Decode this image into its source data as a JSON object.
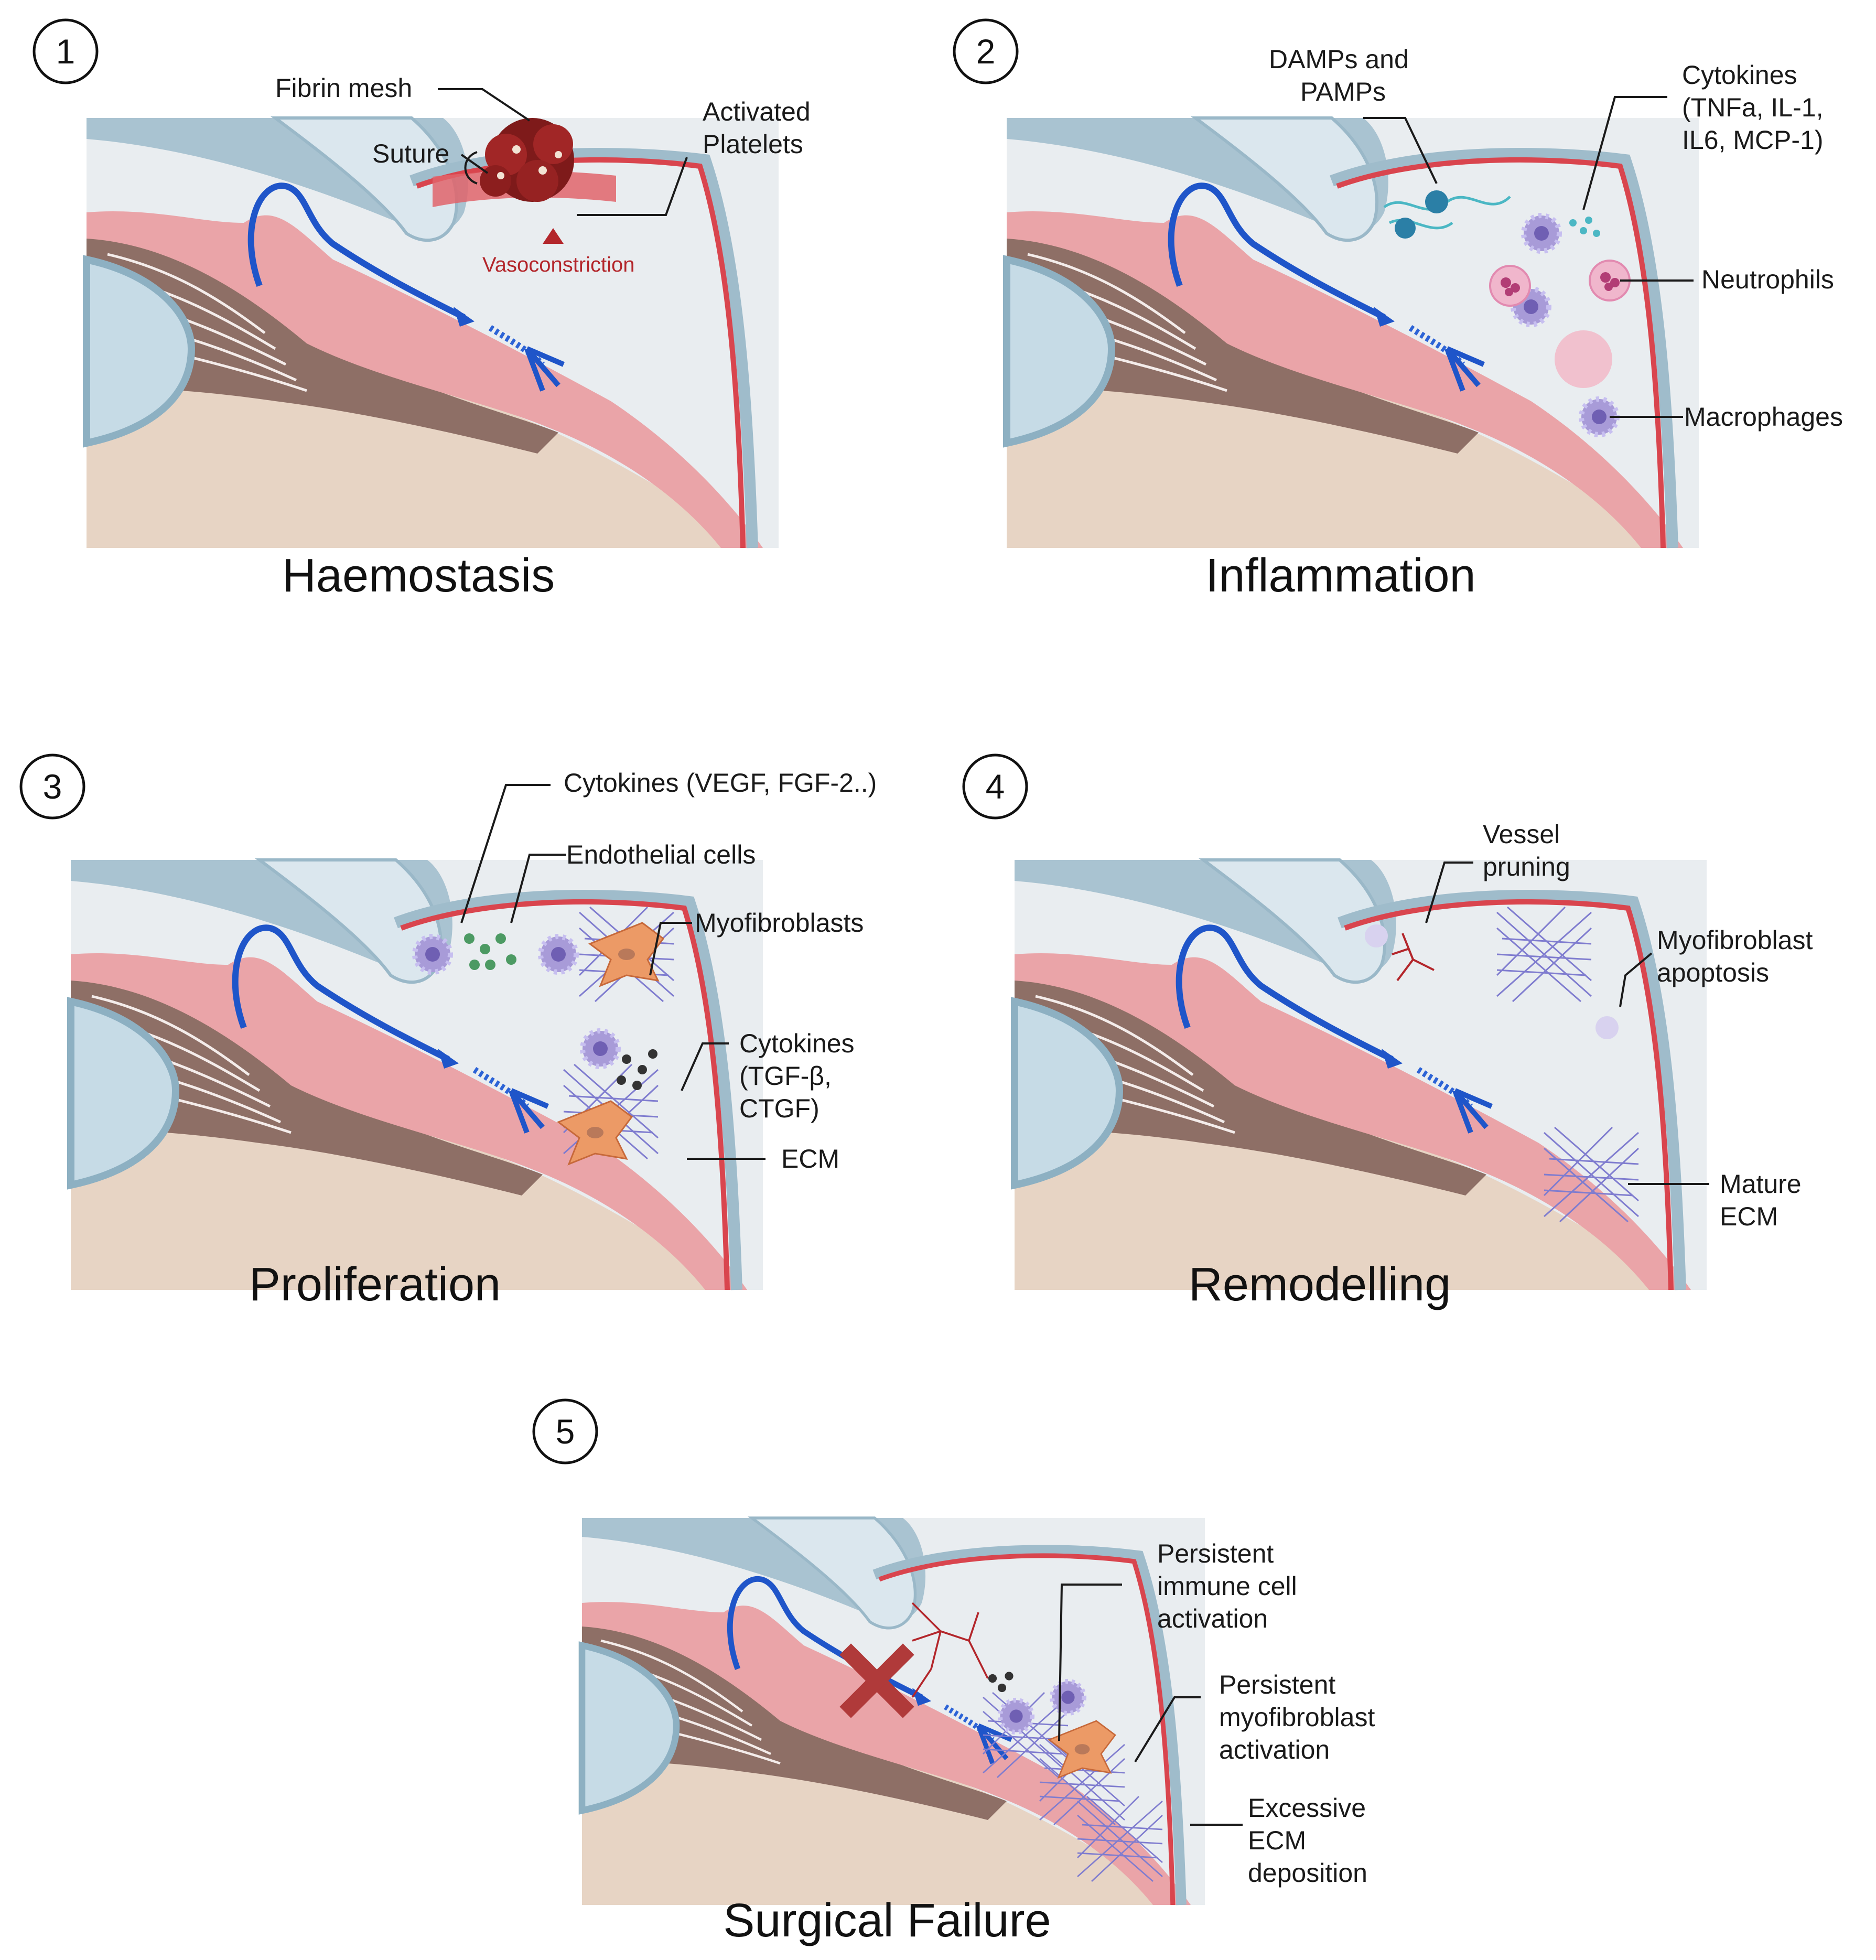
{
  "panels": [
    {
      "number": "1",
      "title": "Haemostasis",
      "labels": {
        "fibrin_mesh": "Fibrin mesh",
        "suture": "Suture",
        "activated_platelets_1": "Activated",
        "activated_platelets_2": "Platelets",
        "vasoconstriction": "Vasoconstriction"
      }
    },
    {
      "number": "2",
      "title": "Inflammation",
      "labels": {
        "damps_1": "DAMPs and",
        "damps_2": "PAMPs",
        "cytokines_1": "Cytokines",
        "cytokines_2": "(TNFa, IL-1,",
        "cytokines_3": "IL6, MCP-1)",
        "neutrophils": "Neutrophils",
        "macrophages": "Macrophages"
      }
    },
    {
      "number": "3",
      "title": "Proliferation",
      "labels": {
        "cytokines_vegf": "Cytokines (VEGF, FGF-2..)",
        "endothelial": "Endothelial cells",
        "myofibroblasts": "Myofibroblasts",
        "cytokines_tgf_1": "Cytokines",
        "cytokines_tgf_2": "(TGF-β,",
        "cytokines_tgf_3": "CTGF)",
        "ecm": "ECM"
      }
    },
    {
      "number": "4",
      "title": "Remodelling",
      "labels": {
        "vessel_1": "Vessel",
        "vessel_2": "pruning",
        "myo_apop_1": "Myofibroblast",
        "myo_apop_2": "apoptosis",
        "mature_1": "Mature",
        "mature_2": "ECM"
      }
    },
    {
      "number": "5",
      "title": "Surgical Failure",
      "labels": {
        "immune_1": "Persistent",
        "immune_2": "immune cell",
        "immune_3": "activation",
        "myo_1": "Persistent",
        "myo_2": "myofibroblast",
        "myo_3": "activation",
        "ecm_1": "Excessive",
        "ecm_2": "ECM",
        "ecm_3": "deposition"
      }
    }
  ],
  "colors": {
    "sclera": "#e8edf0",
    "conjunctiva_edge": "#9fbccb",
    "blood_vessel": "#d9454e",
    "iris_pink": "#eaa6aa",
    "ciliary_brown": "#8c6b63",
    "lens_blue": "#c8dde8",
    "beige": "#e8d6c6",
    "aqueous_flow": "#1f55c9",
    "fibrin_dark_red": "#8a1d1d",
    "immune_purple": "#9d8fd0",
    "myofibroblast_orange": "#e8955f",
    "failure_x": "#b03a3a"
  }
}
